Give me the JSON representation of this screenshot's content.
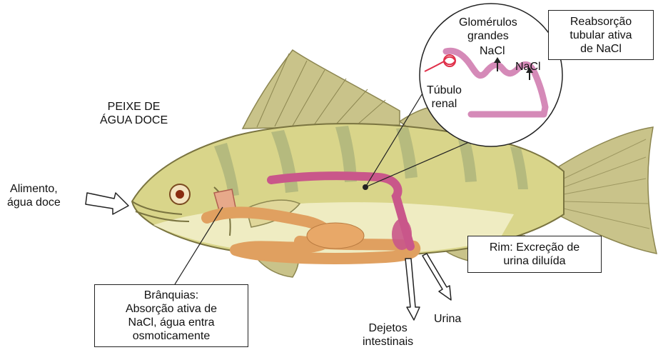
{
  "labels": {
    "title": [
      "PEIXE DE",
      "ÁGUA DOCE"
    ],
    "alimento": [
      "Alimento,",
      "água doce"
    ],
    "glomerulos": [
      "Glomérulos",
      "grandes"
    ],
    "tubulo": [
      "Túbulo",
      "renal"
    ],
    "nacl_1": "NaCl",
    "nacl_2": "NaCl",
    "dejetos": [
      "Dejetos",
      "intestinais"
    ],
    "urina": "Urina"
  },
  "boxes": {
    "reabsorcao": [
      "Reabsorção",
      "tubular ativa",
      "de NaCl"
    ],
    "rim": [
      "Rim: Excreção de",
      "urina diluída"
    ],
    "branquias": [
      "Brânquias:",
      "Absorção ativa de",
      "NaCl, água entra",
      "osmoticamente"
    ]
  },
  "colors": {
    "fish_body": "#d9d58a",
    "fish_stripes": "#a9b27a",
    "fish_belly": "#f1eec8",
    "fins": "#c9c38a",
    "kidney": "#c9578a",
    "tubule": "#d58ab8",
    "glomerulus": "#e0304a",
    "gut": "#e0a060"
  }
}
